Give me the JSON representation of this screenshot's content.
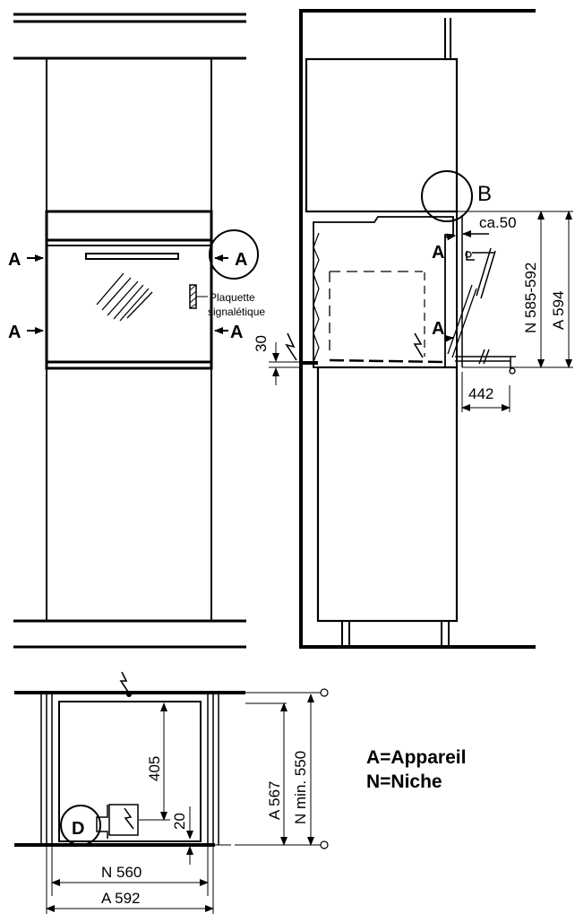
{
  "labels": {
    "a_left_1": "A",
    "a_left_2": "A",
    "a_circle": "A",
    "a_right_lower": "A",
    "plaque_line1": "Plaquette",
    "plaque_line2": "signalétique",
    "b_circle": "B",
    "a_side_1": "A",
    "a_side_2": "A",
    "d_circle": "D"
  },
  "dimensions": {
    "ca50": "ca.50",
    "n_585_592": "N 585-592",
    "a_594": "A 594",
    "d_30": "30",
    "d_442": "442",
    "d_405": "405",
    "d_20": "20",
    "a_567": "A 567",
    "n_min_550": "N min. 550",
    "n_560": "N 560",
    "a_592": "A 592"
  },
  "legend": {
    "line1": "A=Appareil",
    "line2": "N=Niche"
  }
}
